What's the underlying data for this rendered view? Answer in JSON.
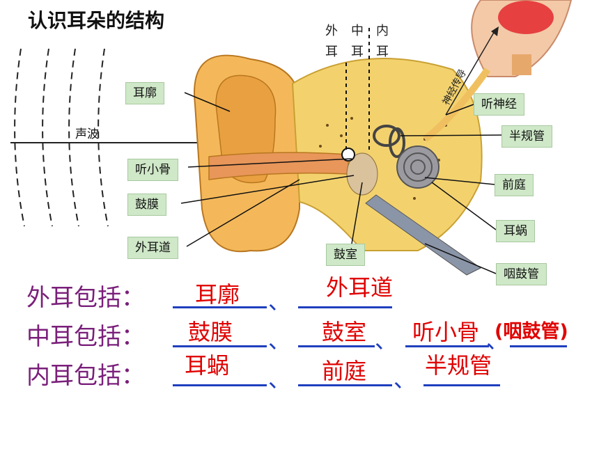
{
  "title": "认识耳朵的结构",
  "sections": {
    "outer": [
      "外",
      "耳"
    ],
    "middle": [
      "中",
      "耳"
    ],
    "inner": [
      "内",
      "耳"
    ]
  },
  "sound_wave_label": "声波",
  "nerve_label": "神经传导",
  "labels": {
    "auricle": "耳廓",
    "ossicles": "听小骨",
    "eardrum": "鼓膜",
    "ear_canal": "外耳道",
    "tympanic_cavity": "鼓室",
    "auditory_nerve": "听神经",
    "semicircular_canals": "半规管",
    "vestibule": "前庭",
    "cochlea": "耳蜗",
    "eustachian_tube": "咽鼓管"
  },
  "questions": {
    "outer": {
      "prompt": "外耳包括：",
      "sep": "、",
      "answers": [
        "耳廓",
        "外耳道"
      ]
    },
    "middle": {
      "prompt": "中耳包括：",
      "sep": "、",
      "answers": [
        "鼓膜",
        "鼓室",
        "听小骨",
        "(咽鼓管)"
      ]
    },
    "inner": {
      "prompt": "内耳包括：",
      "sep": "、",
      "answers": [
        "耳蜗",
        "前庭",
        "半规管"
      ]
    }
  },
  "colors": {
    "prompt": "#7a1f7a",
    "answer": "#e00000",
    "blank": "#1f3fbf",
    "label_bg": "#cfe8c8"
  }
}
